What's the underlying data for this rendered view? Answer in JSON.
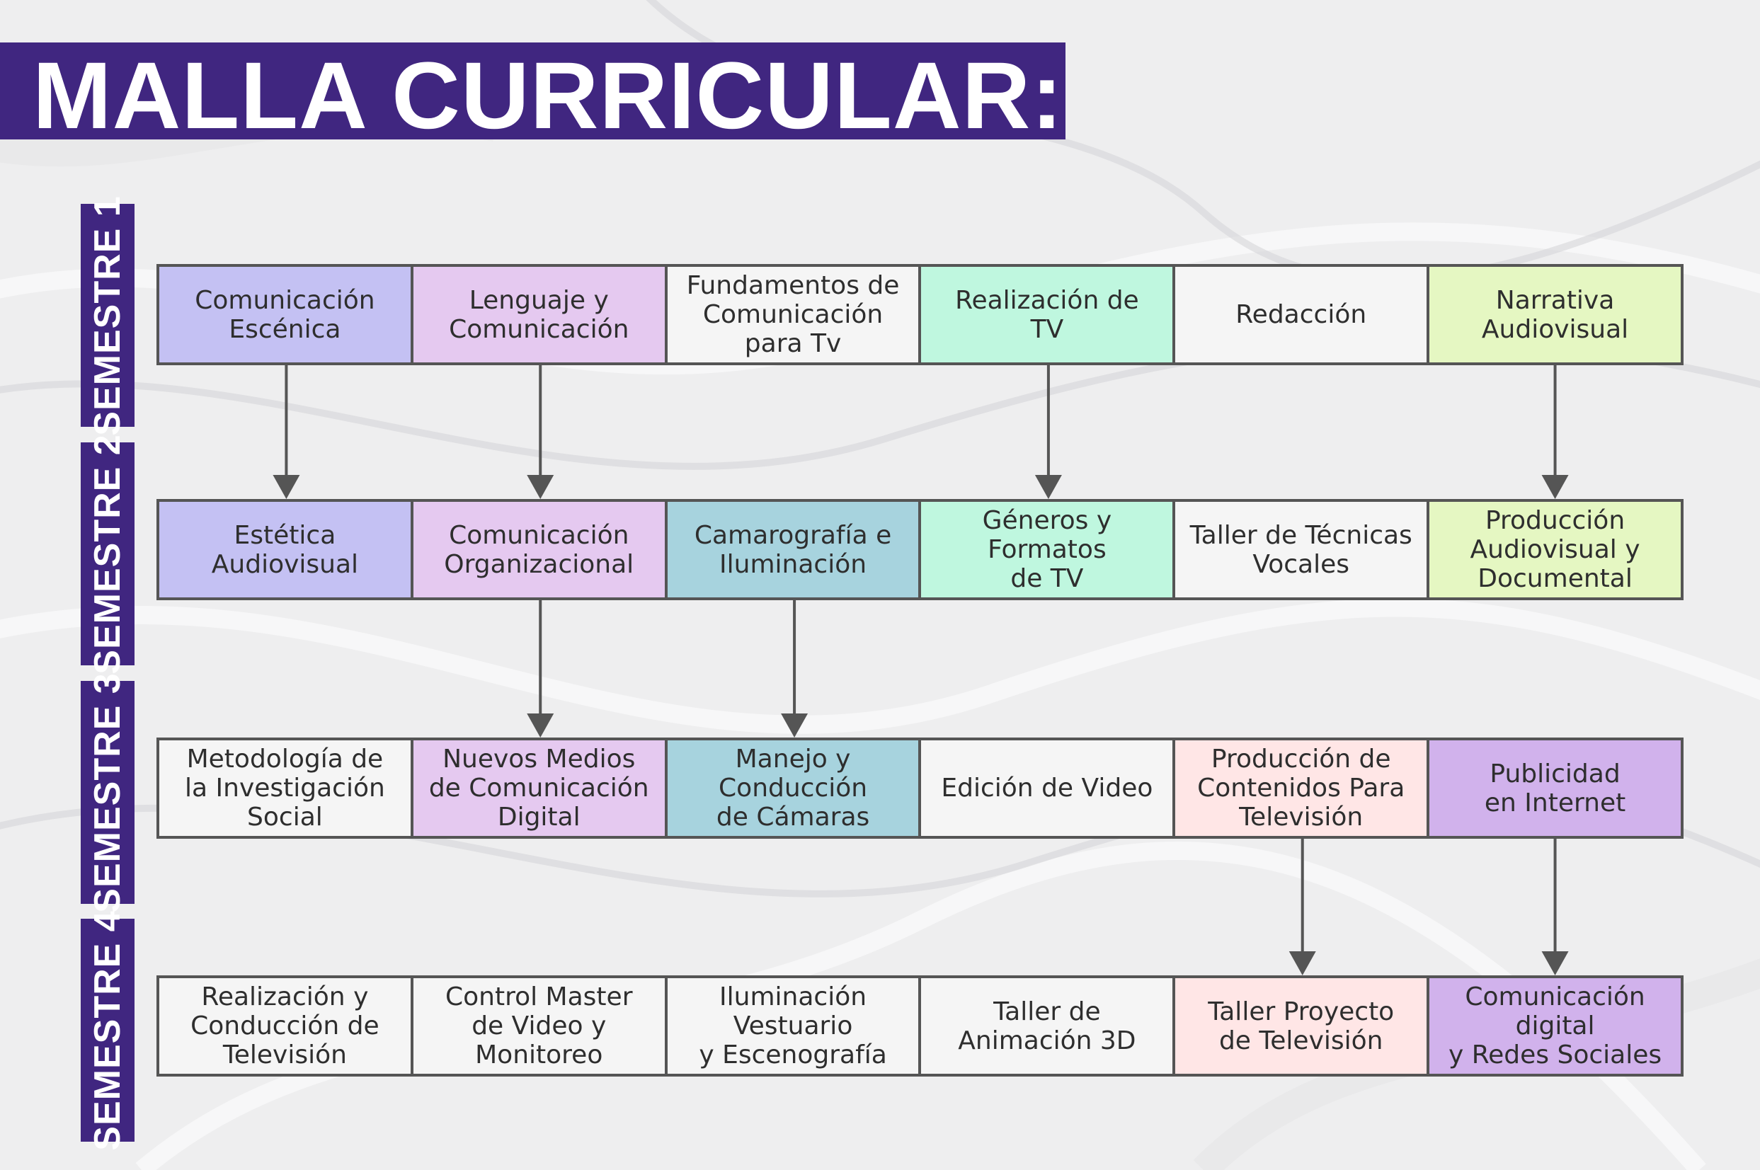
{
  "title": "MALLA CURRICULAR:",
  "colors": {
    "brand": "#402680",
    "border": "#555555",
    "arrow": "#555555",
    "lavender": "#c4c1f3",
    "pink": "#e5c9f0",
    "white": "#f5f5f5",
    "mint": "#bff7df",
    "lime": "#e5f7c2",
    "blue": "#a7d3de",
    "peach": "#ffe6e6",
    "violet": "#d1b2ec"
  },
  "semesters": [
    {
      "label": "SEMESTRE 1",
      "courses": [
        {
          "name": "Comunicación\nEscénica",
          "color": "lavender"
        },
        {
          "name": "Lenguaje y\nComunicación",
          "color": "pink"
        },
        {
          "name": "Fundamentos de\nComunicación\npara Tv",
          "color": "white"
        },
        {
          "name": "Realización de\nTV",
          "color": "mint"
        },
        {
          "name": "Redacción",
          "color": "white"
        },
        {
          "name": "Narrativa\nAudiovisual",
          "color": "lime"
        }
      ]
    },
    {
      "label": "SEMESTRE 2",
      "courses": [
        {
          "name": "Estética\nAudiovisual",
          "color": "lavender"
        },
        {
          "name": "Comunicación\nOrganizacional",
          "color": "pink"
        },
        {
          "name": "Camarografía e\nIluminación",
          "color": "blue"
        },
        {
          "name": "Géneros y\nFormatos\nde TV",
          "color": "mint"
        },
        {
          "name": "Taller de Técnicas\nVocales",
          "color": "white"
        },
        {
          "name": "Producción\nAudiovisual y\nDocumental",
          "color": "lime"
        }
      ]
    },
    {
      "label": "SEMESTRE 3",
      "courses": [
        {
          "name": "Metodología de\nla Investigación\nSocial",
          "color": "white"
        },
        {
          "name": "Nuevos Medios\nde Comunicación\nDigital",
          "color": "pink"
        },
        {
          "name": "Manejo y\nConducción\nde Cámaras",
          "color": "blue"
        },
        {
          "name": "Edición de Video",
          "color": "white"
        },
        {
          "name": "Producción de\nContenidos Para\nTelevisión",
          "color": "peach"
        },
        {
          "name": "Publicidad\nen Internet",
          "color": "violet"
        }
      ]
    },
    {
      "label": "SEMESTRE 4",
      "courses": [
        {
          "name": "Realización y\nConducción de\nTelevisión",
          "color": "white"
        },
        {
          "name": "Control Master\nde Video y\nMonitoreo",
          "color": "white"
        },
        {
          "name": "Iluminación\nVestuario\ny Escenografía",
          "color": "white"
        },
        {
          "name": "Taller de\nAnimación 3D",
          "color": "white"
        },
        {
          "name": "Taller Proyecto\nde Televisión",
          "color": "peach"
        },
        {
          "name": "Comunicación\ndigital\ny Redes Sociales",
          "color": "violet"
        }
      ]
    }
  ],
  "prerequisites": [
    {
      "from": "Comunicación\nEscénica",
      "to": "Estética\nAudiovisual"
    },
    {
      "from": "Lenguaje y\nComunicación",
      "to": "Comunicación\nOrganizacional"
    },
    {
      "from": "Realización de\nTV",
      "to": "Géneros y\nFormatos\nde TV"
    },
    {
      "from": "Narrativa\nAudiovisual",
      "to": "Producción\nAudiovisual y\nDocumental"
    },
    {
      "from": "Comunicación\nOrganizacional",
      "to": "Nuevos Medios\nde Comunicación\nDigital"
    },
    {
      "from": "Camarografía e\nIluminación",
      "to": "Manejo y\nConducción\nde Cámaras"
    },
    {
      "from": "Producción de\nContenidos Para\nTelevisión",
      "to": "Taller Proyecto\nde Televisión"
    },
    {
      "from": "Publicidad\nen Internet",
      "to": "Comunicación\ndigital\ny Redes Sociales"
    }
  ]
}
